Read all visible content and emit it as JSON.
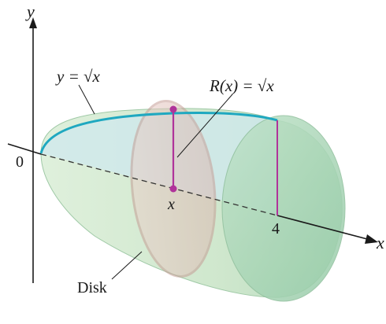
{
  "figure": {
    "labels": {
      "y_axis": "y",
      "x_axis": "x",
      "origin": "0",
      "curve_equation": "y = √x",
      "radius_equation": "R(x) = √x",
      "point_x": "x",
      "end_tick": "4",
      "disk": "Disk"
    },
    "colors": {
      "solid_fill": "#cfe8cf",
      "solid_shade": "#a9d3b4",
      "top_region": "#cfe9ee",
      "curve": "#1fa8c0",
      "radius_segment": "#b0339a",
      "disk_fill": "#e8c8c4",
      "disk_edge": "#c9a09a",
      "axis": "#1a1a1a"
    }
  }
}
